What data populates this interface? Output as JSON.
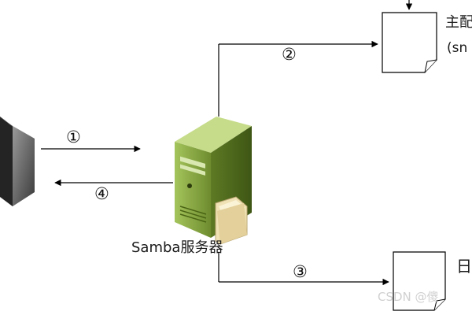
{
  "nodes": {
    "server_label": "Samba服务器",
    "doc_top_label_line1": "主配",
    "doc_top_label_line2": "(sn",
    "doc_bottom_label": "日"
  },
  "steps": {
    "step1": "①",
    "step2": "②",
    "step3": "③",
    "step4": "④"
  },
  "watermark": "CSDN @傻",
  "colors": {
    "server_green": "#7a9a3a",
    "server_dark": "#4d6a1e",
    "client_gray": "#555555",
    "line": "#000000",
    "folder": "#e8d9a8"
  }
}
